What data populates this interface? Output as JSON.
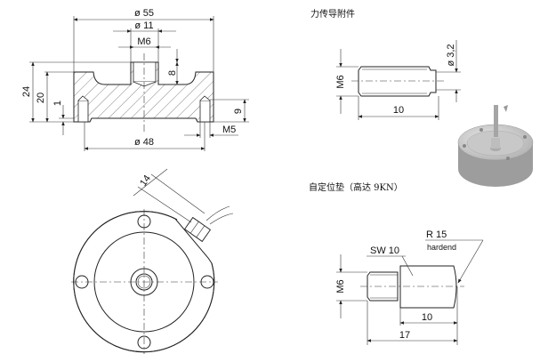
{
  "section_view": {
    "dia_outer": "ø 55",
    "dia_center": "ø 11",
    "thread_top": "M6",
    "depth_top": "8",
    "height_total": "24",
    "height_body": "20",
    "offset": "1",
    "depth_bottom": "9",
    "thread_bottom": "M5",
    "dia_bolt": "ø 48"
  },
  "plan_view": {
    "connector_width": "14"
  },
  "accessory_1": {
    "title": "力传导附件",
    "thread": "M6",
    "length": "10",
    "tip_dia": "ø 3,2"
  },
  "accessory_2": {
    "title": "自定位垫（高达 9KN）",
    "wrench": "SW 10",
    "radius": "R 15",
    "note": "hardend",
    "thread": "M6",
    "body_length": "10",
    "total_length": "17"
  }
}
